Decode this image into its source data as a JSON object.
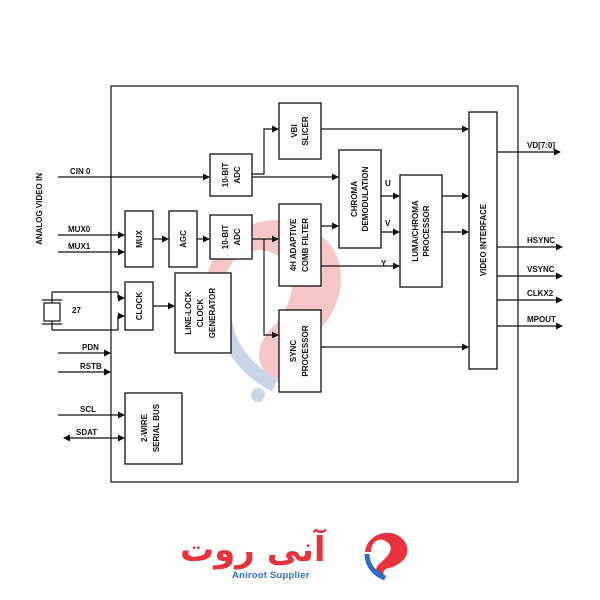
{
  "diagram": {
    "side_label": "ANALOG VIDEO IN",
    "blocks": {
      "vbi_slicer": [
        "VBI",
        "SLICER"
      ],
      "adc_top": [
        "10-BIT",
        "ADC"
      ],
      "chroma_demod": [
        "CHROMA",
        "DEMODULATION"
      ],
      "mux": "MUX",
      "agc": "AGC",
      "adc_mid": [
        "10-BIT",
        "ADC"
      ],
      "comb_filter": [
        "4H ADAPTIVE",
        "COMB FILTER"
      ],
      "luma_chroma": [
        "LUMA/CHROMA",
        "PROCESSOR"
      ],
      "video_interface": "VIDEO INTERFACE",
      "clock": "CLOCK",
      "line_lock": [
        "LINE-LOCK",
        "CLOCK",
        "GENERATOR"
      ],
      "sync_processor": [
        "SYNC",
        "PROCESSOR"
      ],
      "serial_bus": [
        "2-WIRE",
        "SERIAL BUS"
      ]
    },
    "inputs": {
      "cin0": "CIN 0",
      "mux0": "MUX0",
      "mux1": "MUX1",
      "crystal": "27",
      "pdn": "PDN",
      "rstb": "RSTB",
      "scl": "SCL",
      "sdat": "SDAT"
    },
    "outputs": {
      "vd": "VD[7:0]",
      "hsync": "HSYNC",
      "vsync": "VSYNC",
      "clkx2": "CLKX2",
      "mpout": "MPOUT"
    },
    "signals": {
      "u": "U",
      "v": "V",
      "y": "Y"
    }
  },
  "brand": {
    "name_fa": "آنی روت",
    "name_en": "Aniroot Supplier",
    "colors": {
      "red": "#e8323c",
      "blue": "#2a6fc4"
    }
  }
}
